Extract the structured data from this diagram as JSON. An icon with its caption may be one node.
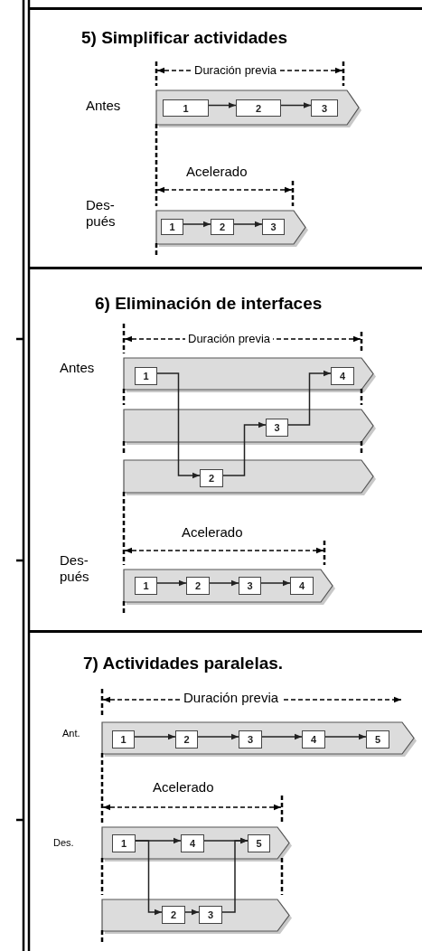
{
  "diagram": {
    "nodes": [
      {
        "text": [
          "5) Simplificar actividades"
        ]
      },
      {
        "text": [],
        "shape": "bar",
        "in": 0
      },
      {
        "text": [
          "1"
        ],
        "in": 1
      },
      {
        "text": [
          "2"
        ],
        "in": 1
      },
      {
        "text": [
          "3"
        ],
        "in": 1
      },
      {
        "text": [],
        "shape": "bar",
        "in": 0
      },
      {
        "text": [
          "1"
        ],
        "in": 5
      },
      {
        "text": [
          "2"
        ],
        "in": 5
      },
      {
        "text": [
          "3"
        ],
        "in": 5
      },
      {
        "text": [
          "6) Eliminación de interfaces"
        ]
      },
      {
        "text": [],
        "shape": "bar",
        "in": 9
      },
      {
        "text": [
          "1"
        ],
        "in": 10
      },
      {
        "text": [
          "4"
        ],
        "in": 10
      },
      {
        "text": [],
        "shape": "bar",
        "in": 9
      },
      {
        "text": [
          "3"
        ],
        "in": 13
      },
      {
        "text": [],
        "shape": "bar",
        "in": 9
      },
      {
        "text": [
          "2"
        ],
        "in": 15
      },
      {
        "text": [],
        "shape": "bar",
        "in": 9
      },
      {
        "text": [
          "1"
        ],
        "in": 17
      },
      {
        "text": [
          "2"
        ],
        "in": 17
      },
      {
        "text": [
          "3"
        ],
        "in": 17
      },
      {
        "text": [
          "4"
        ],
        "in": 17
      },
      {
        "text": [
          "7) Actividades paralelas."
        ]
      },
      {
        "text": [],
        "shape": "bar",
        "in": 22
      },
      {
        "text": [
          "1"
        ],
        "in": 23
      },
      {
        "text": [
          "2"
        ],
        "in": 23
      },
      {
        "text": [
          "3"
        ],
        "in": 23
      },
      {
        "text": [
          "4"
        ],
        "in": 23
      },
      {
        "text": [
          "5"
        ],
        "in": 23
      },
      {
        "text": [],
        "shape": "bar",
        "in": 22
      },
      {
        "text": [
          "1"
        ],
        "in": 29
      },
      {
        "text": [
          "4"
        ],
        "in": 29
      },
      {
        "text": [
          "5"
        ],
        "in": 29
      },
      {
        "text": [],
        "shape": "bar",
        "in": 22
      },
      {
        "text": [
          "2"
        ],
        "in": 33
      },
      {
        "text": [
          "3"
        ],
        "in": 33
      }
    ],
    "edges": [
      {
        "from": 2,
        "to": 3,
        "arrow": "to"
      },
      {
        "from": 3,
        "to": 4,
        "arrow": "to"
      },
      {
        "from": 6,
        "to": 7,
        "arrow": "to"
      },
      {
        "from": 7,
        "to": 8,
        "arrow": "to"
      },
      {
        "from": 11,
        "to": 16,
        "arrow": "to"
      },
      {
        "from": 16,
        "to": 14,
        "arrow": "to"
      },
      {
        "from": 14,
        "to": 12,
        "arrow": "to"
      },
      {
        "from": 18,
        "to": 19,
        "arrow": "to"
      },
      {
        "from": 19,
        "to": 20,
        "arrow": "to"
      },
      {
        "from": 20,
        "to": 21,
        "arrow": "to"
      },
      {
        "from": 24,
        "to": 25,
        "arrow": "to"
      },
      {
        "from": 25,
        "to": 26,
        "arrow": "to"
      },
      {
        "from": 26,
        "to": 27,
        "arrow": "to"
      },
      {
        "from": 27,
        "to": 28,
        "arrow": "to"
      },
      {
        "from": 30,
        "to": 31,
        "arrow": "to"
      },
      {
        "from": 30,
        "to": 34,
        "arrow": "to"
      },
      {
        "from": 34,
        "to": 35,
        "arrow": "to"
      },
      {
        "from": 31,
        "to": 32,
        "arrow": "to"
      },
      {
        "from": 35,
        "to": 32,
        "arrow": "to"
      }
    ],
    "labels": [
      "Duración previa",
      "Antes",
      "Acelerado",
      "Des- pués",
      "Duración previa",
      "Antes",
      "Acelerado",
      "Des- pués",
      "Duración previa",
      "Ant.",
      "Acelerado",
      "Des."
    ]
  }
}
